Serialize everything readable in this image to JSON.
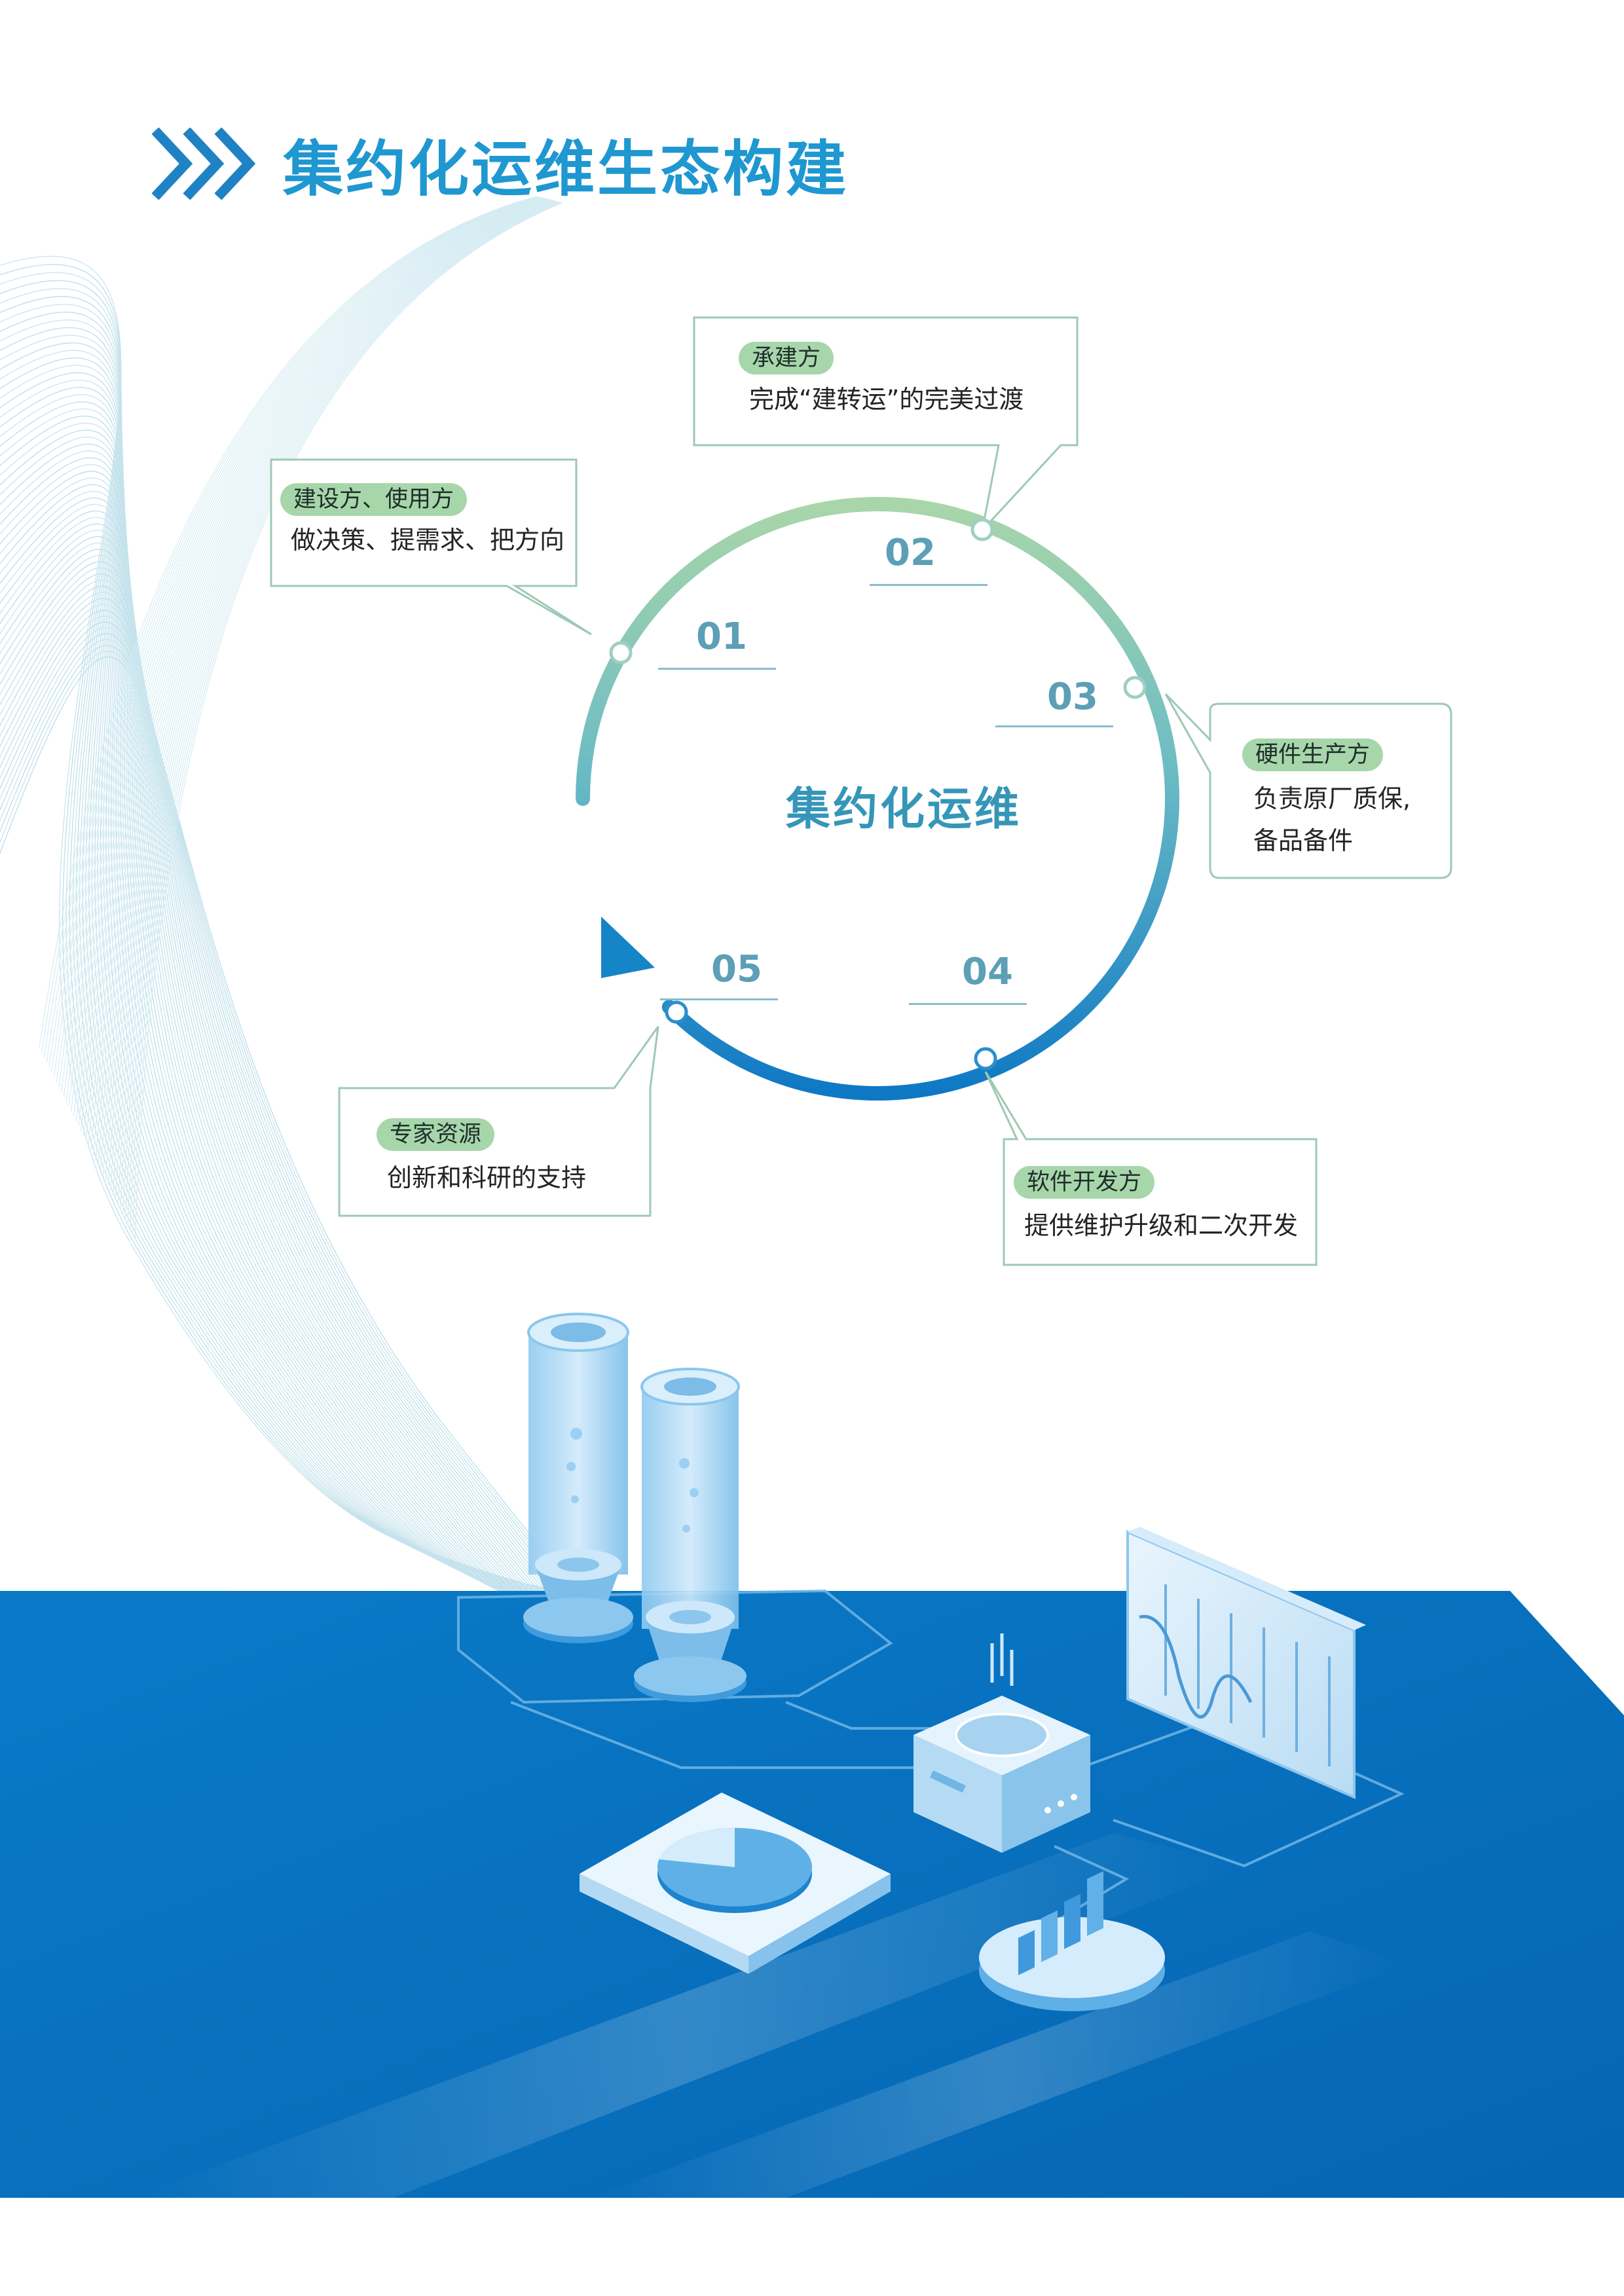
{
  "header": {
    "title": "集约化运维生态构建"
  },
  "diagram": {
    "center_label": "集约化运维",
    "stages": [
      {
        "num": "01",
        "role": "建设方、使用方",
        "description": [
          "做决策、提需求、把方向"
        ]
      },
      {
        "num": "02",
        "role": "承建方",
        "description": [
          "完成“建转运”的完美过渡"
        ]
      },
      {
        "num": "03",
        "role": "硬件生产方",
        "description": [
          "负责原厂质保,",
          "备品备件"
        ]
      },
      {
        "num": "04",
        "role": "软件开发方",
        "description": [
          "提供维护升级和二次开发"
        ]
      },
      {
        "num": "05",
        "role": "专家资源",
        "description": [
          "创新和科研的支持"
        ]
      }
    ]
  },
  "colors": {
    "title_blue": "#1f97d0",
    "ring_green": "#a9d6a9",
    "ring_blue": "#0e78c5",
    "tag_green": "#a7d6aa",
    "floor_blue": "#0a78c6"
  }
}
